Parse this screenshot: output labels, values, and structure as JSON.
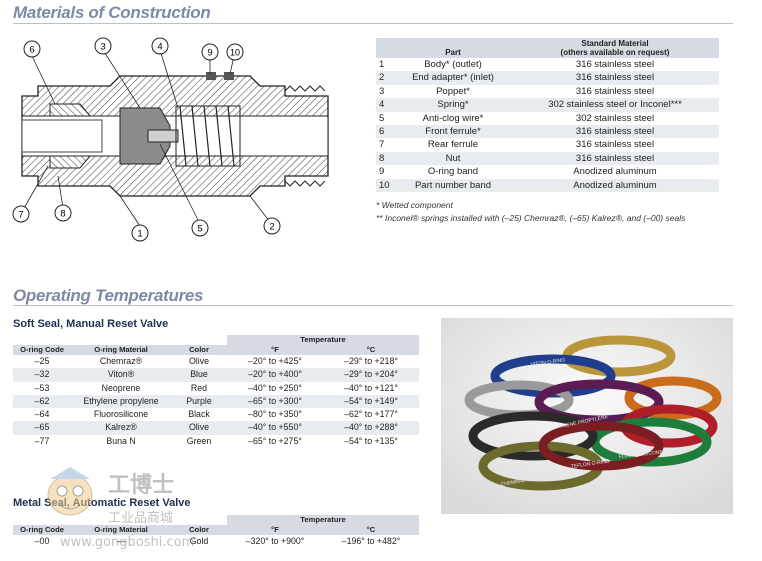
{
  "materials": {
    "title": "Materials of Construction",
    "diagram_callouts": [
      "6",
      "3",
      "4",
      "9",
      "10",
      "7",
      "8",
      "1",
      "5",
      "2"
    ],
    "table": {
      "headers": {
        "part": "Part",
        "material": "Standard Material",
        "material_note": "(others available on request)"
      },
      "rows": [
        {
          "n": "1",
          "part": "Body* (outlet)",
          "material": "316 stainless steel"
        },
        {
          "n": "2",
          "part": "End adapter* (inlet)",
          "material": "316 stainless steel"
        },
        {
          "n": "3",
          "part": "Poppet*",
          "material": "316 stainless steel"
        },
        {
          "n": "4",
          "part": "Spring*",
          "material": "302 stainless steel or Inconel***"
        },
        {
          "n": "5",
          "part": "Anti-clog wire*",
          "material": "302 stainless steel"
        },
        {
          "n": "6",
          "part": "Front ferrule*",
          "material": "316 stainless steel"
        },
        {
          "n": "7",
          "part": "Rear ferrule",
          "material": "316 stainless steel"
        },
        {
          "n": "8",
          "part": "Nut",
          "material": "316 stainless steel"
        },
        {
          "n": "9",
          "part": "O-ring band",
          "material": "Anodized aluminum"
        },
        {
          "n": "10",
          "part": "Part number band",
          "material": "Anodized aluminum"
        }
      ]
    },
    "note1": "*  Wetted component",
    "note2": "** Inconel® springs installed with (–25) Chemraz®, (–65) Kalrez®, and (–00) seals"
  },
  "temperatures": {
    "title": "Operating Temperatures",
    "soft": {
      "title": "Soft Seal, Manual Reset Valve",
      "temp_header": "Temperature",
      "headers": {
        "code": "O-ring Code",
        "material": "O-ring Material",
        "color": "Color",
        "f": "°F",
        "c": "°C"
      },
      "rows": [
        {
          "code": "–25",
          "material": "Chemraz®",
          "color": "Olive",
          "f": "–20° to +425°",
          "c": "–29° to +218°"
        },
        {
          "code": "–32",
          "material": "Viton®",
          "color": "Blue",
          "f": "–20° to +400°",
          "c": "–29° to +204°"
        },
        {
          "code": "–53",
          "material": "Neoprene",
          "color": "Red",
          "f": "–40° to +250°",
          "c": "–40° to +121°"
        },
        {
          "code": "–62",
          "material": "Ethylene propylene",
          "color": "Purple",
          "f": "–65° to +300°",
          "c": "–54° to +149°"
        },
        {
          "code": "–64",
          "material": "Fluorosilicone",
          "color": "Black",
          "f": "–80° to +350°",
          "c": "–62° to +177°"
        },
        {
          "code": "–65",
          "material": "Kalrez®",
          "color": "Olive",
          "f": "–40° to +550°",
          "c": "–40° to +288°"
        },
        {
          "code": "–77",
          "material": "Buna N",
          "color": "Green",
          "f": "–65° to +275°",
          "c": "–54° to +135°"
        }
      ]
    },
    "metal": {
      "title": "Metal Seal, Automatic Reset Valve",
      "temp_header": "Temperature",
      "headers": {
        "code": "O-ring Code",
        "material": "O-ring Material",
        "color": "Color",
        "f": "°F",
        "c": "°C"
      },
      "rows": [
        {
          "code": "–00",
          "material": "—",
          "color": "Gold",
          "f": "–320° to +900°",
          "c": "–196° to +482°"
        }
      ]
    }
  },
  "photo": {
    "band_texts": [
      "VITON O-RING",
      "ETHYLENE PROPYLENE",
      "CHEMRAZ O-RING",
      "TEFLON O-RING",
      "FLUOROSILICONE O-RING"
    ]
  },
  "watermark": {
    "cn": "工博士",
    "cn_sub": "工业品商城",
    "url": "www.gongboshi.com"
  }
}
